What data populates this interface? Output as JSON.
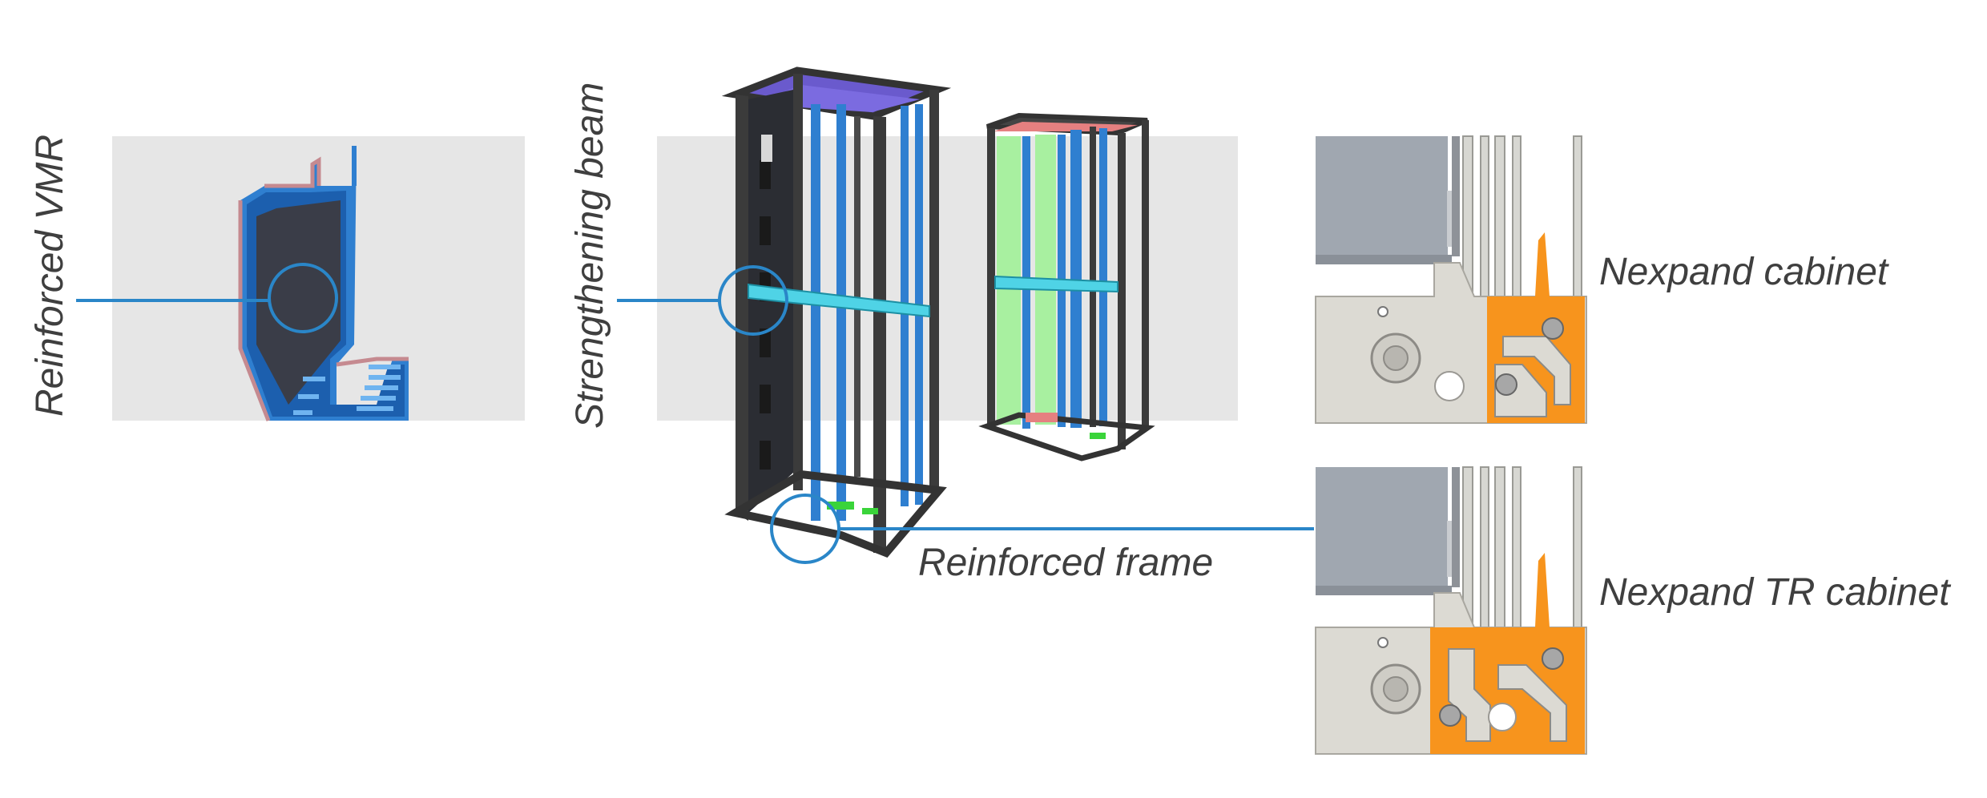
{
  "labels": {
    "reinforced_vmr": "Reinforced VMR",
    "strengthening_beam": "Strengthening beam",
    "reinforced_frame": "Reinforced frame",
    "nexpand_cabinet": "Nexpand cabinet",
    "nexpand_tr_cabinet": "Nexpand TR cabinet"
  },
  "colors": {
    "callout": "#2a86c8",
    "panel_bg": "#e6e6e6",
    "profile_orange": "#f7941d",
    "frame_dark": "#333333",
    "rail_blue": "#2f7fd0",
    "beam_cyan": "#4fd3e6",
    "panel_green": "#a8f0a0"
  }
}
